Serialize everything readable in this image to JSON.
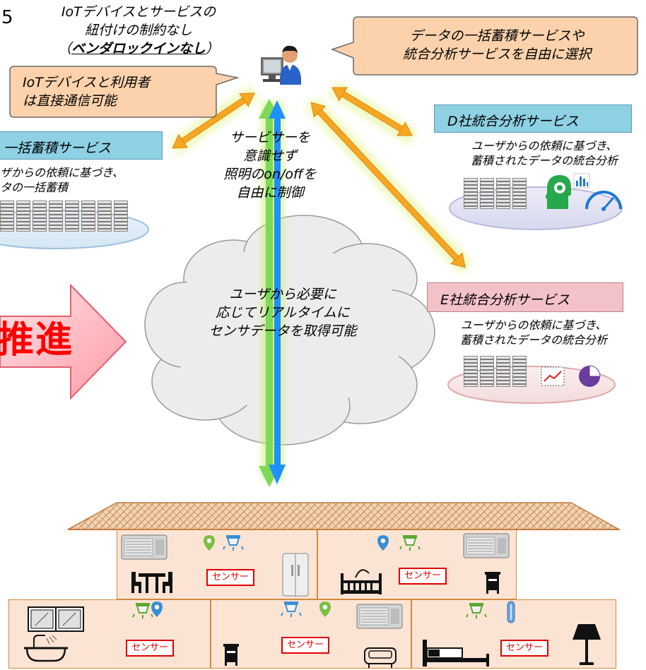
{
  "top_left_partial_char": "5",
  "top_note": {
    "line1": "IoTデバイスとサービスの",
    "line2": "紐付けの制約なし",
    "line3_open": "（",
    "line3_underlined": "ベンダロックインなし",
    "line3_close": "）"
  },
  "callout_left": {
    "line1": "IoTデバイスと利用者",
    "line2": "は直接通信可能"
  },
  "callout_right": {
    "line1": "データの一括蓄積サービスや",
    "line2": "統合分析サービスを自由に選択"
  },
  "storage_service": {
    "title": "一括蓄積サービス",
    "desc_line1": "ザからの依頼に基づき、",
    "desc_line2": "タの一括蓄積"
  },
  "d_service": {
    "title": "D社統合分析サービス",
    "desc_line1": "ユーザからの依頼に基づき、",
    "desc_line2": "蓄積されたデータの統合分析"
  },
  "e_service": {
    "title": "E社統合分析サービス",
    "desc_line1": "ユーザからの依頼に基づき、",
    "desc_line2": "蓄積されたデータの統合分析"
  },
  "center_note": {
    "line1": "サービサーを",
    "line2": "意識せず",
    "line3": "照明のon/offを",
    "line4": "自由に制御"
  },
  "cloud_note": {
    "line1": "ユーザから必要に",
    "line2": "応じてリアルタイムに",
    "line3": "センサデータを取得可能"
  },
  "promote_label": "推進",
  "sensor_label": "センサー",
  "colors": {
    "title_box_blue": "#8ed0e4",
    "title_box_pink": "#f2c2c8",
    "callout_fill": "#fbd2ac",
    "promote_text": "#ff0000",
    "arrow_orange": "#f5a623",
    "arrow_green": "#7ed957",
    "arrow_blue": "#1e90ff",
    "room_fill": "#fce4d4",
    "sensor_border": "#e00000"
  },
  "icons": [
    "user-at-computer-icon",
    "server-rack-icon",
    "ai-head-gear-icon",
    "bar-chart-icon",
    "speedometer-icon",
    "line-chart-icon",
    "pie-chart-icon",
    "air-conditioner-icon",
    "location-pin-icon",
    "ceiling-light-icon",
    "refrigerator-icon",
    "dining-table-icon",
    "baby-crib-icon",
    "nightstand-icon",
    "window-icon",
    "bathtub-icon",
    "sofa-icon",
    "bed-icon",
    "floor-lamp-icon"
  ]
}
